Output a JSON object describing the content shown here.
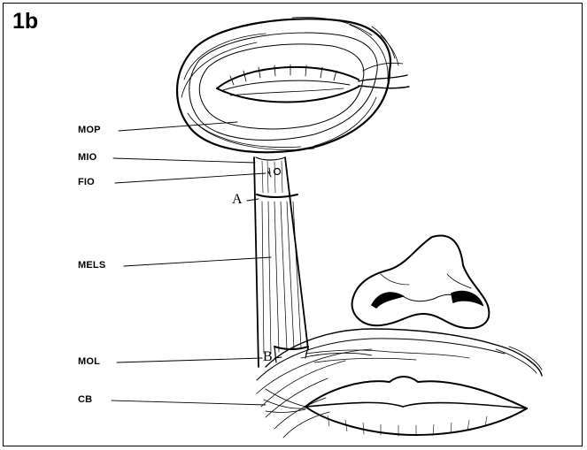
{
  "figure": {
    "label": "1b"
  },
  "labels": {
    "mop": "MOP",
    "mio": "MIO",
    "fio": "FIO",
    "mels": "MELS",
    "mol": "MOL",
    "cb": "CB",
    "point_a": "A",
    "point_b": "B"
  }
}
